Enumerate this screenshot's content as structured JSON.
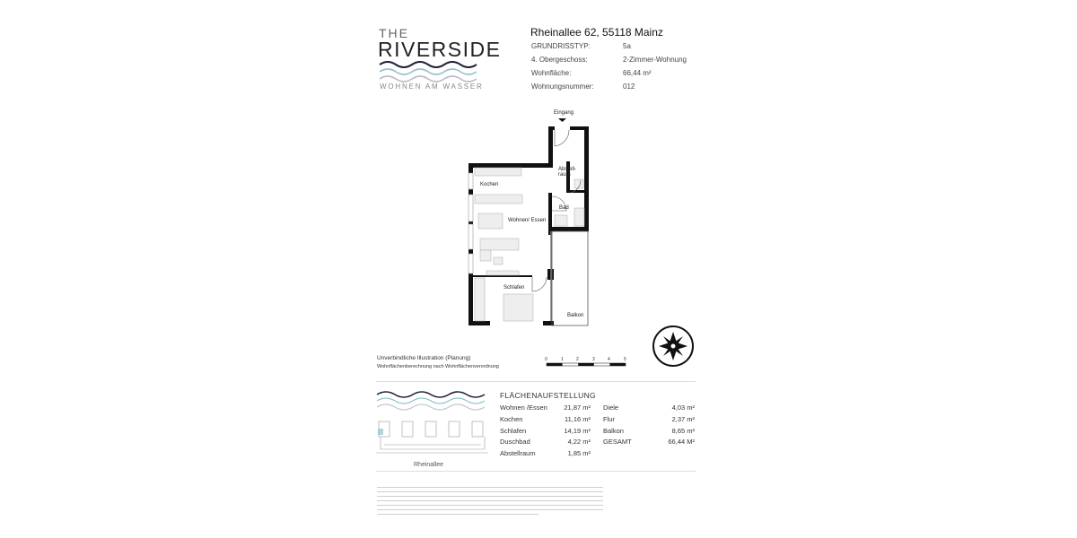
{
  "logo": {
    "the": "THE",
    "name": "RIVERSIDE",
    "tagline": "WOHNEN AM WASSER",
    "wave_colors": [
      "#1e2235",
      "#8fc3cc",
      "#b9bcc0"
    ]
  },
  "header": {
    "address": "Rheinallee 62, 55118 Mainz",
    "details": [
      {
        "label": "GRUNDRISSTYP:",
        "value": "5a"
      },
      {
        "label": "4. Obergeschoss:",
        "value": "2-Zimmer-Wohnung"
      },
      {
        "label": "Wohnfläche:",
        "value": "66,44 m²"
      },
      {
        "label": "Wohnungsnummer:",
        "value": "012"
      }
    ]
  },
  "plan": {
    "rooms": {
      "entrance": "Eingang",
      "kitchen": "Kochen",
      "living": "Wohnen/ Essen",
      "storage_1": "Abstell-",
      "storage_2": "raum",
      "bath": "Bad",
      "bedroom": "Schlafen",
      "balcony": "Balkon"
    },
    "scale_labels": [
      "0",
      "1",
      "2",
      "3",
      "4",
      "5"
    ]
  },
  "disclaimer": {
    "line1": "Unverbindliche Illustration (Planung)",
    "line2": "Wohnflächenberechnung nach Wohnflächenverordnung"
  },
  "areas": {
    "title": "FLÄCHENAUFSTELLUNG",
    "left": [
      {
        "room": "Wohnen /Essen",
        "area": "21,87 m²"
      },
      {
        "room": "Kochen",
        "area": "11,16 m²"
      },
      {
        "room": "Schlafen",
        "area": "14,19 m²"
      },
      {
        "room": "Duschbad",
        "area": "4,22 m²"
      },
      {
        "room": "Abstellraum",
        "area": "1,85 m²"
      }
    ],
    "right": [
      {
        "room": "Diele",
        "area": "4,03 m²"
      },
      {
        "room": "Flur",
        "area": "2,37 m²"
      },
      {
        "room": "Balkon",
        "area": "8,65 m²"
      },
      {
        "room": "GESAMT",
        "area": "66,44 M²"
      }
    ]
  },
  "site": {
    "street": "Rheinallee",
    "highlight_color": "#8fc3cc"
  }
}
